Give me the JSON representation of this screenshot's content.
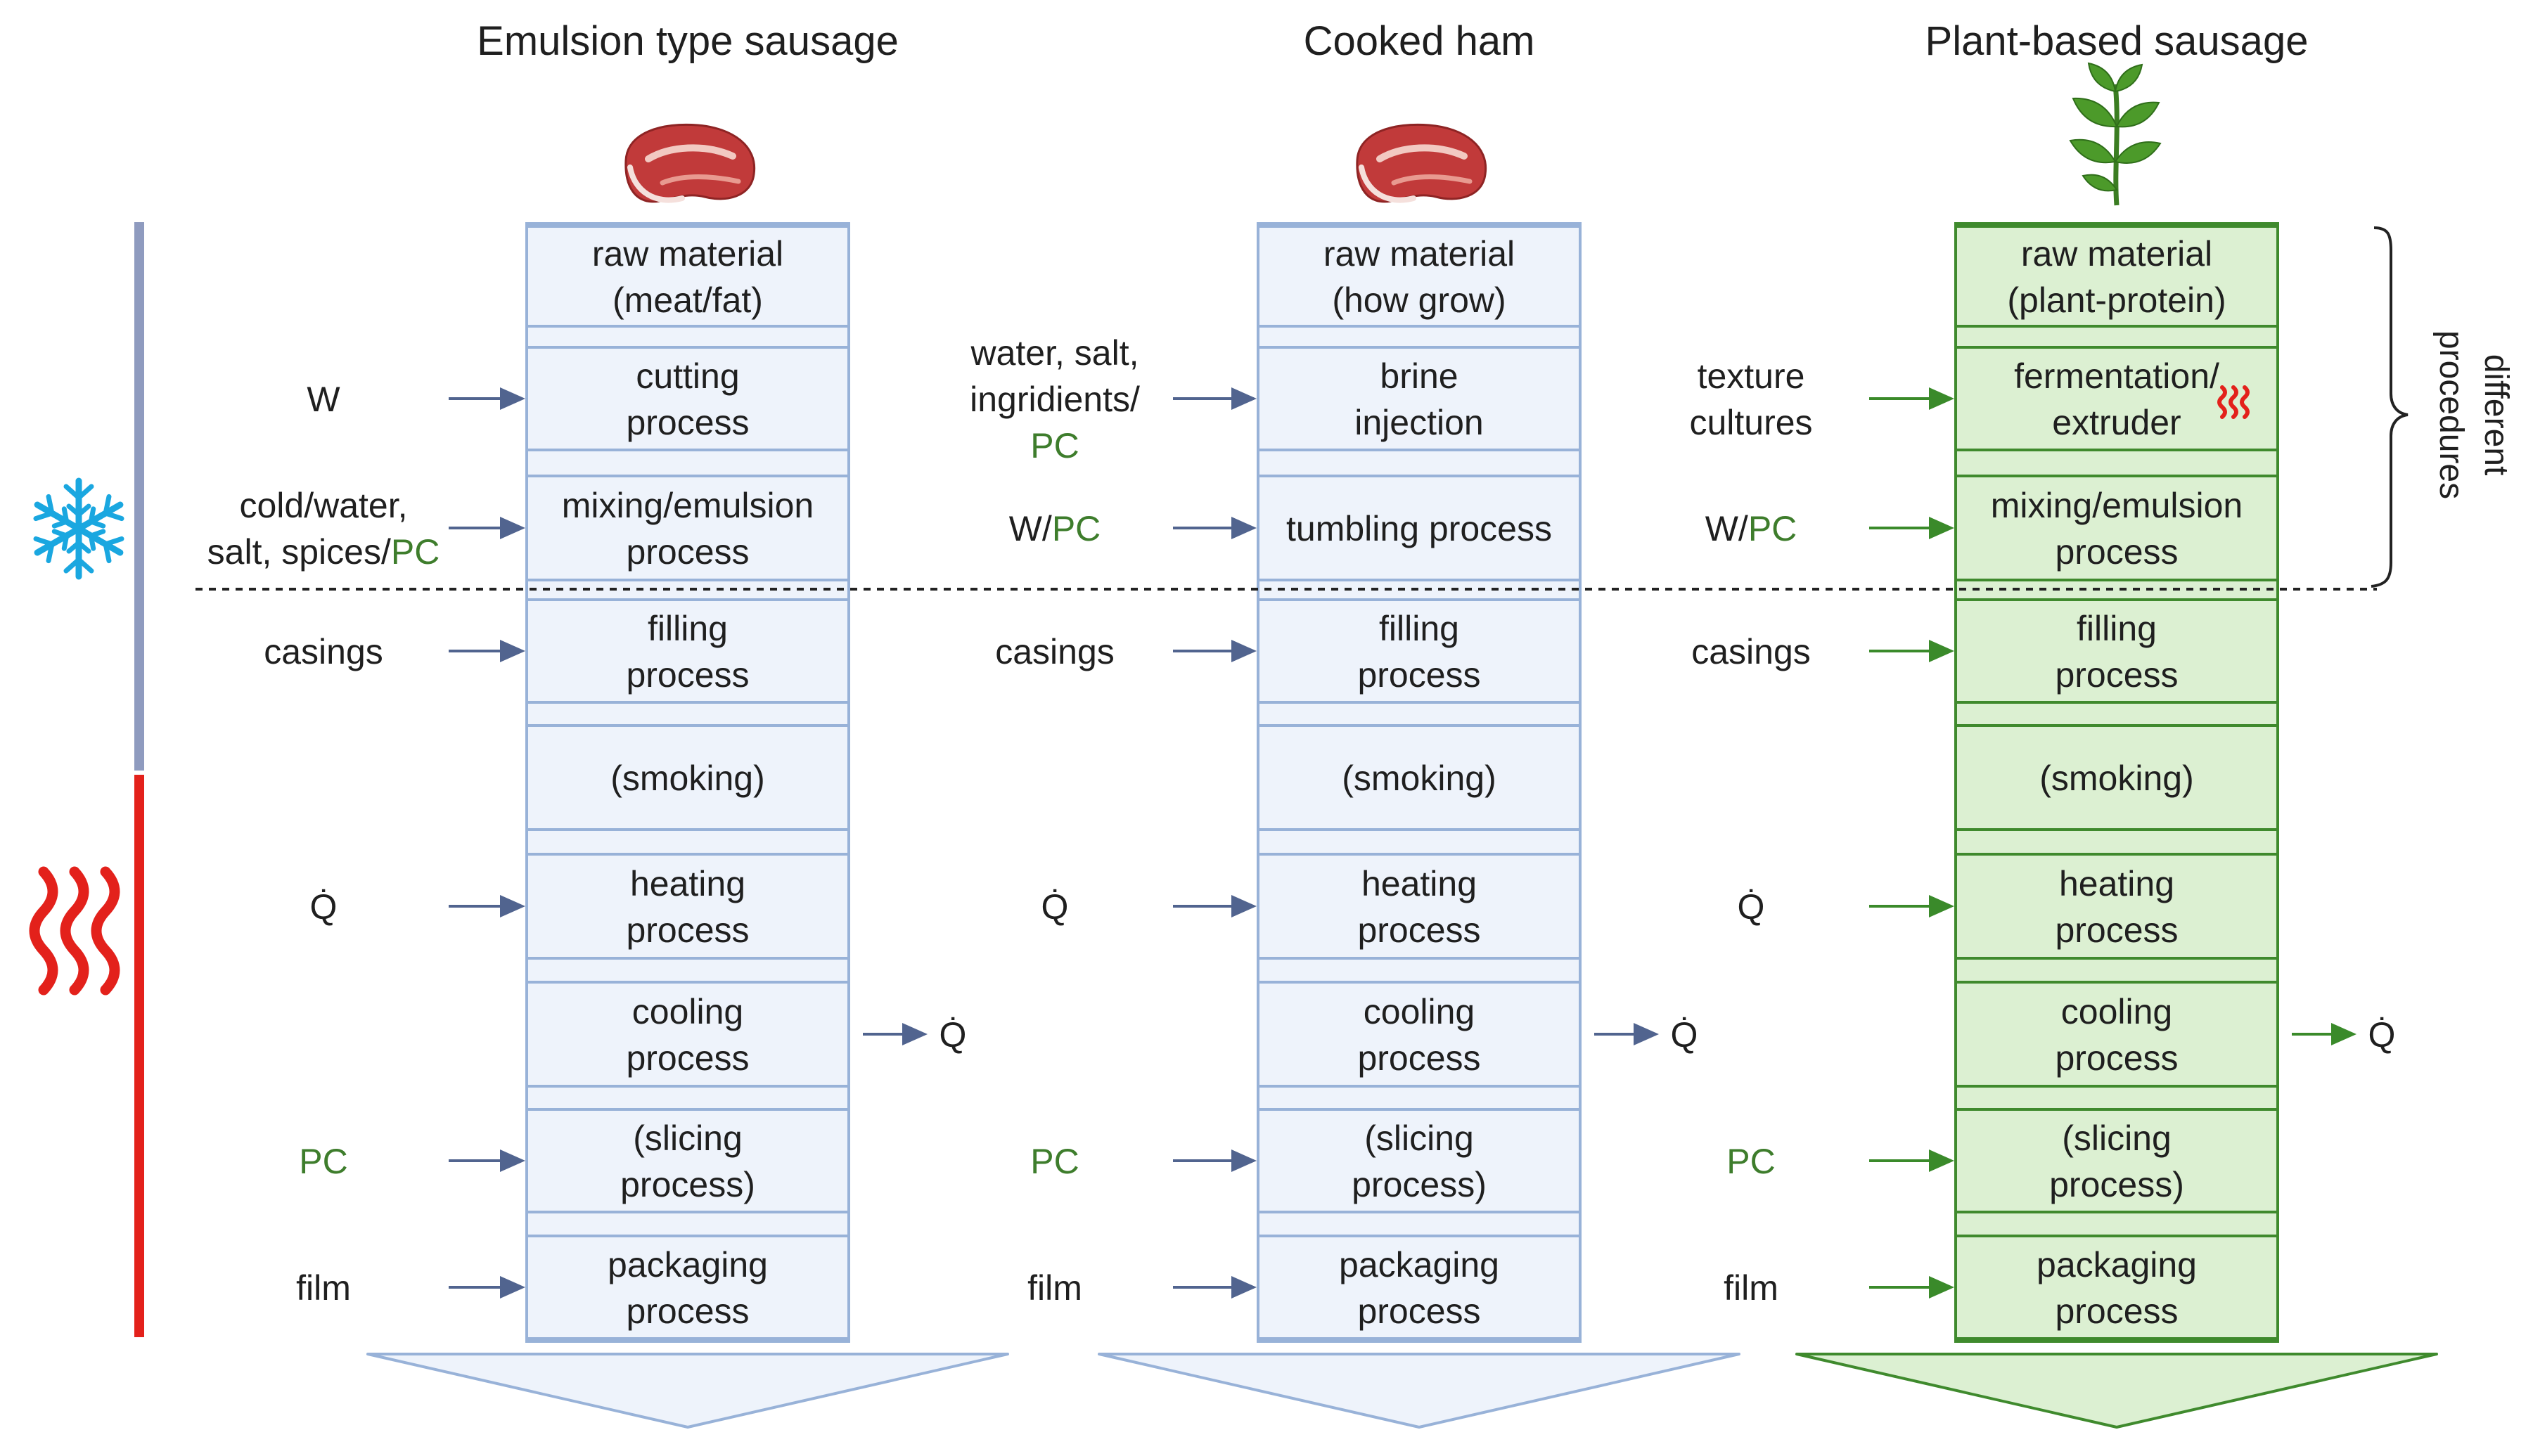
{
  "columns": [
    {
      "title": "Emulsion type sausage",
      "icon": "meat-steak-icon",
      "theme": "blue",
      "steps": [
        [
          "raw material",
          "(meat/fat)"
        ],
        [
          "cutting",
          "process"
        ],
        [
          "mixing/emulsion",
          "process"
        ],
        [
          "filling",
          "process"
        ],
        [
          "(smoking)"
        ],
        [
          "heating",
          "process"
        ],
        [
          "cooling",
          "process"
        ],
        [
          "(slicing",
          "process)"
        ],
        [
          "packaging",
          "process"
        ]
      ],
      "inputs": [
        {
          "step": 1,
          "lines": [
            [
              {
                "t": "W"
              }
            ]
          ]
        },
        {
          "step": 2,
          "lines": [
            [
              {
                "t": "cold/water,"
              }
            ],
            [
              {
                "t": "salt, spices/"
              },
              {
                "t": "PC",
                "pc": true
              }
            ]
          ]
        },
        {
          "step": 3,
          "lines": [
            [
              {
                "t": "casings"
              }
            ]
          ]
        },
        {
          "step": 5,
          "lines": [
            [
              {
                "t": "Q̇"
              }
            ]
          ]
        },
        {
          "step": 7,
          "lines": [
            [
              {
                "t": "PC",
                "pc": true
              }
            ]
          ]
        },
        {
          "step": 8,
          "lines": [
            [
              {
                "t": "film"
              }
            ]
          ]
        }
      ],
      "output": {
        "step": 6,
        "label": "Q̇"
      }
    },
    {
      "title": "Cooked ham",
      "icon": "meat-steak-icon",
      "theme": "blue",
      "steps": [
        [
          "raw material",
          "(how grow)"
        ],
        [
          "brine",
          "injection"
        ],
        [
          "tumbling process"
        ],
        [
          "filling",
          "process"
        ],
        [
          "(smoking)"
        ],
        [
          "heating",
          "process"
        ],
        [
          "cooling",
          "process"
        ],
        [
          "(slicing",
          "process)"
        ],
        [
          "packaging",
          "process"
        ]
      ],
      "inputs": [
        {
          "step": 1,
          "lines": [
            [
              {
                "t": "water, salt,"
              }
            ],
            [
              {
                "t": "ingridients/"
              }
            ],
            [
              {
                "t": "PC",
                "pc": true
              }
            ]
          ]
        },
        {
          "step": 2,
          "lines": [
            [
              {
                "t": "W/"
              },
              {
                "t": "PC",
                "pc": true
              }
            ]
          ]
        },
        {
          "step": 3,
          "lines": [
            [
              {
                "t": "casings"
              }
            ]
          ]
        },
        {
          "step": 5,
          "lines": [
            [
              {
                "t": "Q̇"
              }
            ]
          ]
        },
        {
          "step": 7,
          "lines": [
            [
              {
                "t": "PC",
                "pc": true
              }
            ]
          ]
        },
        {
          "step": 8,
          "lines": [
            [
              {
                "t": "film"
              }
            ]
          ]
        }
      ],
      "output": {
        "step": 6,
        "label": "Q̇"
      }
    },
    {
      "title": "Plant-based sausage",
      "icon": "plant-sprout-icon",
      "theme": "green",
      "steps": [
        [
          "raw material",
          "(plant-protein)"
        ],
        [
          "fermentation/",
          "extruder"
        ],
        [
          "mixing/emulsion",
          "process"
        ],
        [
          "filling",
          "process"
        ],
        [
          "(smoking)"
        ],
        [
          "heating",
          "process"
        ],
        [
          "cooling",
          "process"
        ],
        [
          "(slicing",
          "process)"
        ],
        [
          "packaging",
          "process"
        ]
      ],
      "inputs": [
        {
          "step": 1,
          "lines": [
            [
              {
                "t": "texture"
              }
            ],
            [
              {
                "t": "cultures"
              }
            ]
          ]
        },
        {
          "step": 2,
          "lines": [
            [
              {
                "t": "W/"
              },
              {
                "t": "PC",
                "pc": true
              }
            ]
          ]
        },
        {
          "step": 3,
          "lines": [
            [
              {
                "t": "casings"
              }
            ]
          ]
        },
        {
          "step": 5,
          "lines": [
            [
              {
                "t": "Q̇"
              }
            ]
          ]
        },
        {
          "step": 7,
          "lines": [
            [
              {
                "t": "PC",
                "pc": true
              }
            ]
          ]
        },
        {
          "step": 8,
          "lines": [
            [
              {
                "t": "film"
              }
            ]
          ]
        }
      ],
      "output": {
        "step": 6,
        "label": "Q̇"
      },
      "heat_icon_step": 1
    }
  ],
  "side_label": [
    "different",
    "procedures"
  ],
  "legend": {
    "cold_icon": "snowflake-icon",
    "heat_icon": "heat-waves-icon"
  },
  "colors": {
    "blue_stroke": "#98b2d8",
    "blue_fill": "#eef3fb",
    "green_stroke": "#3f8a2d",
    "green_fill": "#dcf0d2",
    "blue_arrow": "#51648f",
    "green_arrow": "#3a8a2a",
    "cold_bar": "#8f9bbf",
    "heat_bar": "#e3211b",
    "snowflake": "#1aa7e0",
    "pc_text": "#3e7d2c"
  }
}
